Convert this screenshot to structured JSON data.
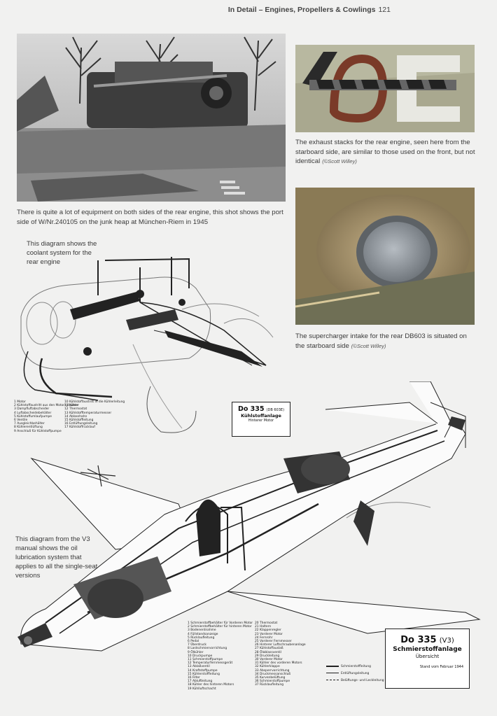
{
  "header": {
    "title": "In Detail – Engines, Propellers & Cowlings",
    "page_number": "121"
  },
  "captions": {
    "rear_engine": "There is quite a lot of equipment on both sides of the rear engine, this shot shows the port side of W/Nr.240105 on the junk heap at München-Riem in 1945",
    "exhaust": "The exhaust stacks for the rear engine, seen here from the starboard side, are similar to those used on the front, but not identical",
    "exhaust_credit": "(©Scott Willey)",
    "supercharger": "The supercharger intake for the rear DB603 is situated on the starboard side",
    "supercharger_credit": "(©Scott Willey)",
    "coolant_diagram": "This diagram shows the coolant system for the rear engine",
    "lubrication_diagram": "This diagram from the V3 manual shows the oil lubrication system that applies to all the single-seat versions"
  },
  "coolant_label": {
    "line1": "Do 335",
    "line1_suffix": "(DB 603E)",
    "line2": "Kühlstoffanlage",
    "line3": "Hinterer Motor"
  },
  "lubrication_label": {
    "title": "Do 335",
    "title_suffix": "(V3)",
    "subtitle": "Schmierstoffanlage",
    "subtitle2": "Übersicht",
    "stand": "Stand vom Februar 1944"
  },
  "coolant_legend_col1": [
    "1 Motor",
    "2 Kühlstoffaustritt aus den Motorzylindern",
    "3 Dampfluftabscheider",
    "4 Luftabscheidebehälter",
    "5 Kühlstoffumlaufpumpe",
    "6 Ventile",
    "7 Ausgleichbehälter",
    "8 Kühlerentlüftung",
    "9 Anschluß für Kühlstoffpumpe"
  ],
  "coolant_legend_col2": [
    "10 Kühlstoffaustritt in die Kühlerleitung",
    "11 Kühler",
    "12 Thermostat",
    "13 Kühlstofftemperaturmesser",
    "14 Ablasshahn",
    "15 Kühlstoffleitung",
    "16 Entlüftungsleitung",
    "17 Kühlstoffrücklauf"
  ],
  "lube_legend_col1": [
    "1 Schmierstoffbehälter für Vorderen Motor",
    "2 Schmierstoffbehälter für hinteren Motor",
    "3 Bodenentnahme",
    "4 Füllstandsanzeige",
    "5 Rücklaufleitung",
    "6 Pedal",
    "7 Überdruck",
    "8 Lastschmiervorrichtung",
    "9 Ölkühler",
    "10 Druckpumpe",
    "11 Schmierstoffpumpe",
    "12 Temperaturfernmessgerät",
    "13 Ablaßventil",
    "14 Kraftstoffpumpe",
    "15 Kühlerstoffleitung",
    "16 Filter",
    "17 Abluftleitung",
    "18 Kühler des hinteren Motors",
    "19 Kühlluftschacht"
  ],
  "lube_legend_col2": [
    "20 Thermostat",
    "21 Haltern",
    "22 Klappenregler",
    "23 Vorderer Motor",
    "24 Fernrohr",
    "25 Vorderer Fernmesser",
    "26 Hinterer Luftschraubenanlage",
    "27 Kühlstoffauslaß",
    "28 Ölablassventil",
    "29 Druckleitung",
    "30 Vorderer Motor",
    "31 Kühler des vorderen Motors",
    "32 Kühlerklappe",
    "33 Absperrvorrichtung",
    "34 Druckmessanschluß",
    "35 Kurvenbelüftung",
    "36 Schmierstoffpumpe",
    "37 Rücklaufleitung"
  ],
  "lube_line_legend": [
    "Schmierstoffleitung",
    "Entlüftungsleitung",
    "Belüftungs- und Leckleitung"
  ],
  "colors": {
    "page_bg": "#f1f1f0",
    "text": "#333333",
    "header": "#444444"
  }
}
